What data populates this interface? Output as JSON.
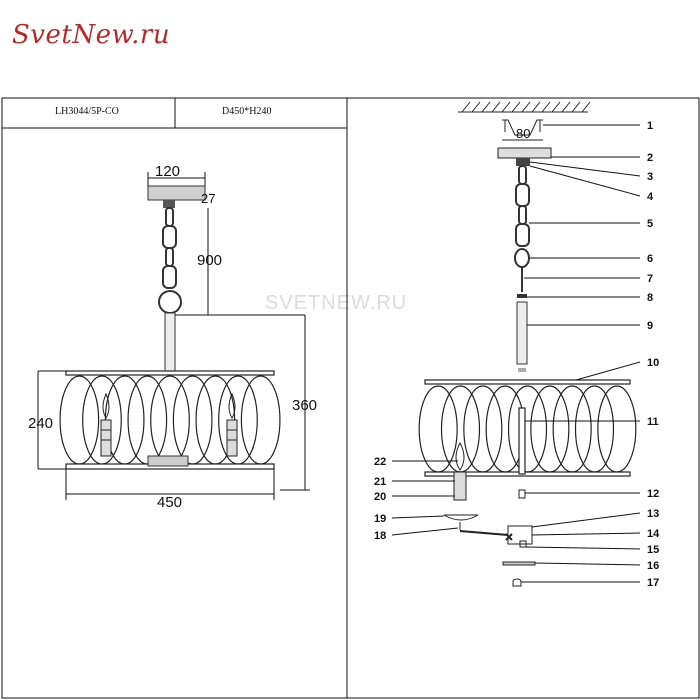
{
  "brand": {
    "logo_text": "SvetNew.ru"
  },
  "header": {
    "model_code": "LH3044/5P-CO",
    "size_code": "D450*H240"
  },
  "watermark": "SVETNEW.RU",
  "left_dimensions": {
    "canopy_width": "120",
    "canopy_height": "27",
    "chain_length": "900",
    "total_height": "360",
    "body_height": "240",
    "body_diameter": "450"
  },
  "right_dimensions": {
    "mount_spacing": "80"
  },
  "callouts": [
    "1",
    "2",
    "3",
    "4",
    "5",
    "6",
    "7",
    "8",
    "9",
    "10",
    "11",
    "12",
    "13",
    "14",
    "15",
    "16",
    "17",
    "18",
    "19",
    "20",
    "21",
    "22"
  ]
}
